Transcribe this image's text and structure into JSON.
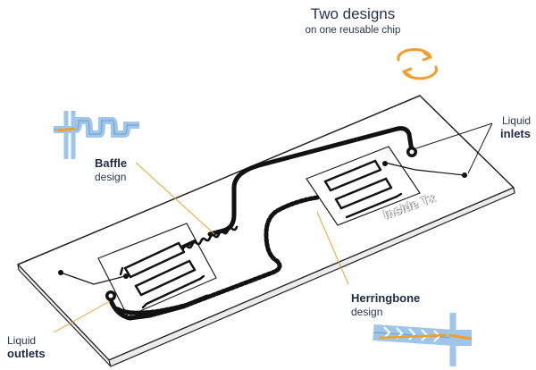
{
  "title": {
    "main": "Two designs",
    "sub": "on one reusable chip"
  },
  "labels": {
    "baffle_bold": "Baffle",
    "baffle_sub": "design",
    "inlets_top": "Liquid",
    "inlets_bold": "inlets",
    "herringbone_bold": "Herringbone",
    "herringbone_sub": "design",
    "outlets_top": "Liquid",
    "outlets_bold": "outlets"
  },
  "brand": "Inside Tx",
  "colors": {
    "accent_orange": "#f0a030",
    "text_navy": "#1f2a44",
    "channel_black": "#111111",
    "chip_outline": "#222222",
    "inset_blue": "#9fc6e8"
  },
  "icons": [
    "swap-arrows-icon"
  ]
}
